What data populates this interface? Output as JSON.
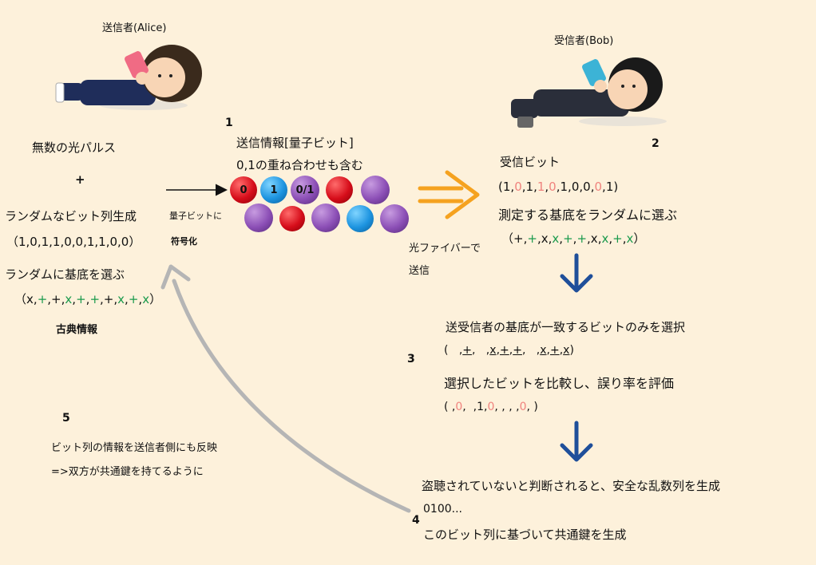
{
  "alice": {
    "label": "送信者(Alice)",
    "line1": "無数の光パルス",
    "plus": "+",
    "line2": "ランダムなビット列生成",
    "bits": "（1,0,1,1,0,0,1,1,0,0）",
    "line3": "ランダムに基底を選ぶ",
    "bases": [
      "x",
      "+",
      "+",
      "x",
      "+",
      "+",
      "+",
      "x",
      "+",
      "x"
    ],
    "classical": "古典情報"
  },
  "step1": {
    "number": "1",
    "title": "送信情報[量子ビット]",
    "subtitle": "0,1の重ね合わせも含む",
    "encode_label": "量子ビットに",
    "encode_label2": "符号化",
    "ball_labels": [
      "0",
      "1",
      "0/1"
    ]
  },
  "fiber": {
    "line1": "光ファイバーで",
    "line2": "送信"
  },
  "bob": {
    "label": "受信者(Bob)"
  },
  "step2": {
    "number": "2",
    "title": "受信ビット",
    "bits": [
      "1",
      "0",
      "1",
      "1",
      "0",
      "1",
      "0",
      "0",
      "0",
      "1"
    ],
    "line2": "測定する基底をランダムに選ぶ",
    "bases": [
      "+",
      "+",
      "x",
      "x",
      "+",
      "+",
      "x",
      "x",
      "+",
      "x"
    ]
  },
  "step3": {
    "number": "3",
    "title": "送受信者の基底が一致するビットのみを選択",
    "line2": "選択したビットを比較し、誤り率を評価"
  },
  "step4": {
    "number": "4",
    "line1": "盗聴されていないと判断されると、安全な乱数列を生成",
    "line2": "0100...",
    "line3": "このビット列に基づいて共通鍵を生成"
  },
  "step5": {
    "number": "5",
    "line1": "ビット列の情報を送信者側にも反映",
    "line2": "=>双方が共通鍵を持てるように"
  },
  "colors": {
    "background": "#fdf1db",
    "green": "#1a9a4c",
    "pink": "#f0837e",
    "orange": "#f5a21f",
    "navy": "#1f4f9a",
    "gray": "#b5b5b5"
  }
}
